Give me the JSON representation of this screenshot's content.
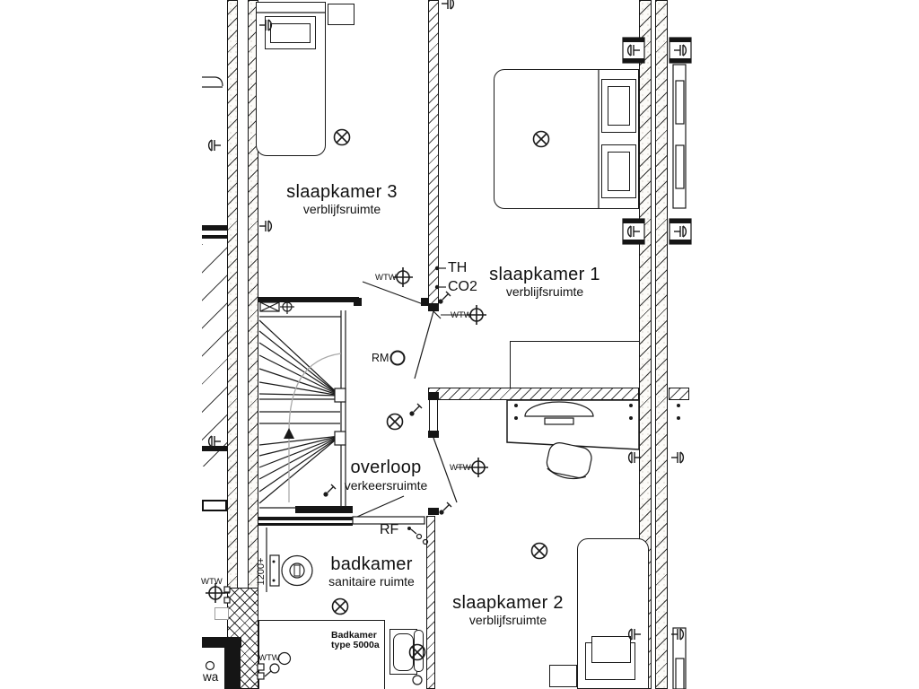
{
  "rooms": {
    "slaapkamer3": {
      "name": "slaapkamer 3",
      "subtitle": "verblijfsruimte"
    },
    "slaapkamer1": {
      "name": "slaapkamer 1",
      "subtitle": "verblijfsruimte"
    },
    "slaapkamer2": {
      "name": "slaapkamer 2",
      "subtitle": "verblijfsruimte"
    },
    "overloop": {
      "name": "overloop",
      "subtitle": "verkeersruimte"
    },
    "badkamer": {
      "name": "badkamer",
      "subtitle": "sanitaire ruimte"
    }
  },
  "labels": {
    "th": "TH",
    "co2": "CO2",
    "rm": "RM",
    "rf": "RF",
    "wtw": "WTW",
    "wa": "wa",
    "height_marker": "1200+",
    "badkamer_type_line1": "Badkamer",
    "badkamer_type_line2": "type 5000a"
  },
  "colors": {
    "line": "#1a1a1a",
    "background": "#ffffff",
    "walkline": "#aaaaaa"
  }
}
